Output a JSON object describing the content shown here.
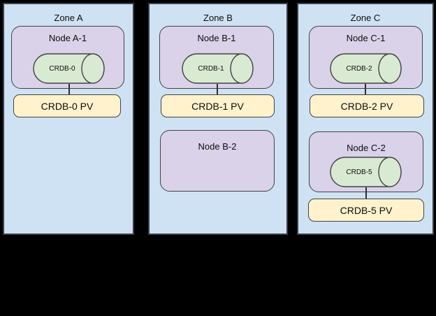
{
  "diagram": {
    "description": "CockroachDB zones / nodes / persistent volumes architecture diagram",
    "colors": {
      "background": "#000000",
      "zone_fill": "#cfe2f3",
      "node_fill": "#d9d2e9",
      "cylinder_fill": "#d9ead3",
      "pv_fill": "#fff2cc",
      "shape_border": "#434343",
      "zone_border": "#37404d"
    },
    "zones": [
      {
        "title": "Zone A",
        "nodes": [
          {
            "title": "Node A-1",
            "cylinder": "CRDB-0",
            "pv": "CRDB-0 PV"
          }
        ]
      },
      {
        "title": "Zone B",
        "nodes": [
          {
            "title": "Node B-1",
            "cylinder": "CRDB-1",
            "pv": "CRDB-1 PV"
          },
          {
            "title": "Node B-2"
          }
        ]
      },
      {
        "title": "Zone C",
        "nodes": [
          {
            "title": "Node C-1",
            "cylinder": "CRDB-2",
            "pv": "CRDB-2 PV"
          },
          {
            "title": "Node C-2",
            "cylinder": "CRDB-5",
            "pv": "CRDB-5 PV"
          }
        ]
      }
    ]
  }
}
